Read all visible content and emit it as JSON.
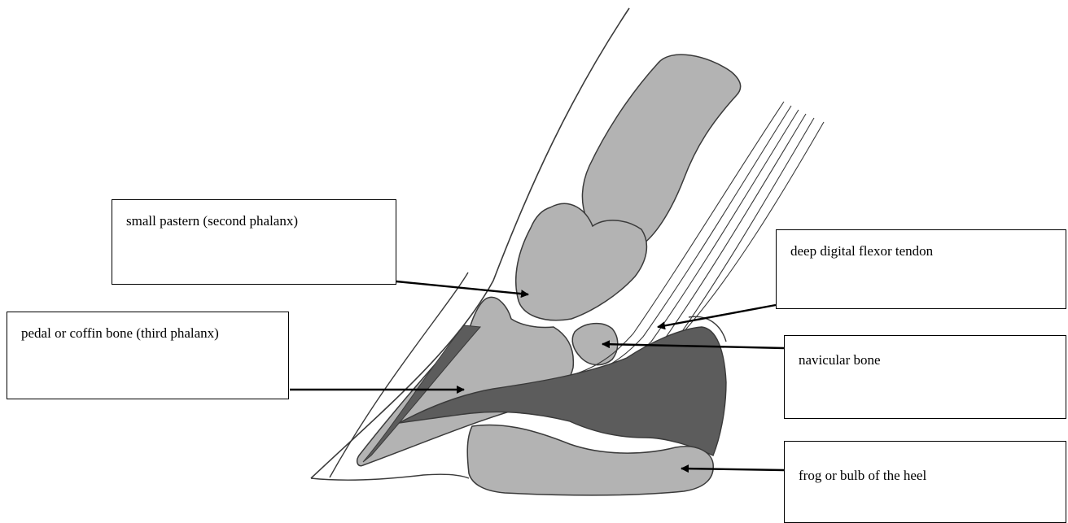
{
  "labels": {
    "small_pastern": "small pastern (second phalanx)",
    "pedal_bone": "pedal or coffin bone (third phalanx)",
    "deep_flexor": "deep digital flexor tendon",
    "navicular": "navicular bone",
    "frog": "frog or bulb of the heel"
  },
  "colors": {
    "bone": "#b3b3b3",
    "dark_tissue": "#5c5c5c",
    "outline": "#3a3a3a",
    "arrow": "#000000"
  }
}
